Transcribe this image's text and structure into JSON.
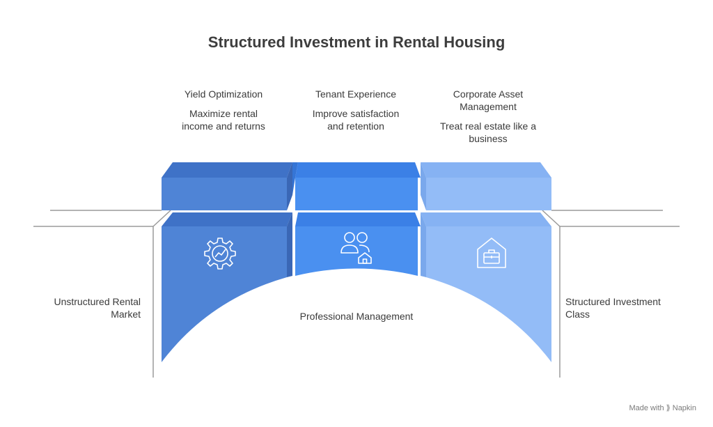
{
  "title": "Structured Investment in Rental Housing",
  "columns": [
    {
      "heading": "Yield Optimization",
      "description": "Maximize rental income and returns",
      "icon": "gear-chart-icon",
      "color": "#4f84d6"
    },
    {
      "heading": "Tenant Experience",
      "description": "Improve satisfaction and retention",
      "icon": "people-home-icon",
      "color": "#4a90f0"
    },
    {
      "heading": "Corporate Asset Management",
      "description": "Treat real estate like a business",
      "icon": "house-briefcase-icon",
      "color": "#93bcf7"
    }
  ],
  "left_label": "Unstructured Rental Market",
  "right_label": "Structured Investment Class",
  "center_label": "Professional Management",
  "credit": {
    "prefix": "Made with",
    "brand": "Napkin"
  }
}
